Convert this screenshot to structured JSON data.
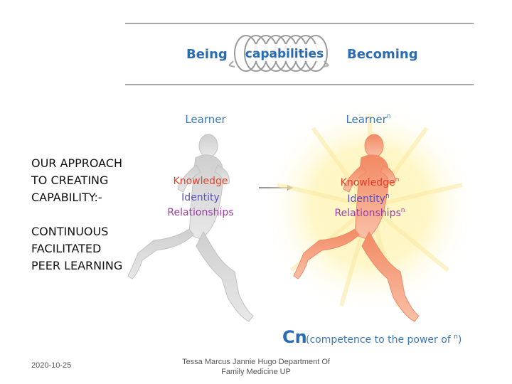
{
  "left_panel": {
    "approach_lines": [
      "OUR APPROACH",
      "TO CREATING",
      "CAPABILITY:-"
    ],
    "method_lines": [
      "CONTINUOUS",
      "FACILITATED",
      "PEER LEARNING"
    ]
  },
  "top_banner": {
    "being": "Being",
    "capabilities": "capabilities",
    "becoming": "Becoming"
  },
  "left_figure": {
    "title": "Learner",
    "knowledge": "Knowledge",
    "identity": "Identity",
    "relationships": "Relationships"
  },
  "right_figure": {
    "title": "Learner",
    "title_sup": "n",
    "knowledge": "Knowledge",
    "knowledge_sup": "n",
    "identity": "Identity",
    "identity_sup": "n",
    "relationships": "Relationships",
    "relationships_sup": "n"
  },
  "formula": {
    "symbol": "Cn",
    "caption_prefix": "(competence to the power of ",
    "caption_sup": "n",
    "caption_suffix": ")"
  },
  "footer": {
    "date": "2020-10-25",
    "author_line1": "Tessa Marcus Jannie Hugo Department Of",
    "author_line2": "Family Medicine UP"
  },
  "colors": {
    "blue": "#2a6cb3",
    "red": "#e0432b",
    "violet": "#5a4fb8",
    "purple": "#9a3d9e",
    "grey_runner": "#d6d6d6",
    "orange_runner": "#f4a07e",
    "glow": "#fff3b0"
  }
}
